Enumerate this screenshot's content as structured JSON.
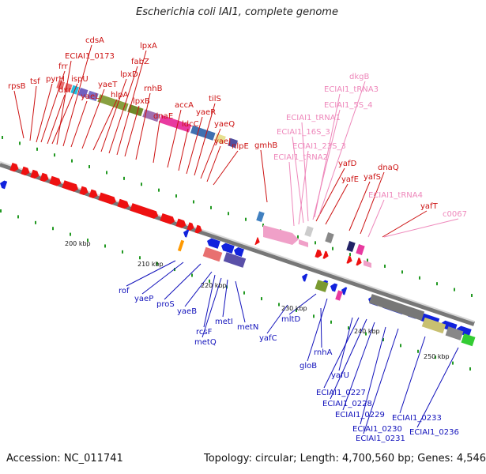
{
  "title": "Escherichia coli IAI1, complete genome",
  "footer": {
    "accession": "Accession: NC_011741",
    "summary": "Topology: circular; Length: 4,700,560 bp; Genes: 4,546"
  },
  "colors": {
    "forward_label": "#cc1111",
    "reverse_label": "#1111bb",
    "rna_label": "#ee88bb",
    "backbone": "#999999"
  },
  "ticks": [
    "200 kbp",
    "210 kbp",
    "220 kbp",
    "230 kbp",
    "240 kbp",
    "250 kbp"
  ],
  "forward_labels": [
    "rpsB",
    "tsf",
    "pyrH",
    "frr",
    "dxr",
    "ispU",
    "ECIAI1_0173",
    "cdsA",
    "yaeL",
    "yaeT",
    "hlpA",
    "lpxD",
    "fabZ",
    "lpxA",
    "lpxB",
    "rnhB",
    "dnaE",
    "accA",
    "ldcC",
    "yaeR",
    "tilS",
    "yaeQ",
    "yaeJ",
    "nlpE",
    "gmhB",
    "yafD",
    "yafE",
    "yafS",
    "dnaQ",
    "yafT"
  ],
  "rna_labels": [
    "dkgB",
    "ECIAI1_tRNA3",
    "ECIAI1_5S_4",
    "ECIAI1_tRNA1",
    "ECIAI1_16S_3",
    "ECIAI1_23S_3",
    "ECIAI1_tRNA2",
    "ECIAI1_tRNA4",
    "c0067"
  ],
  "reverse_labels": [
    "rof",
    "yaeP",
    "proS",
    "yaeB",
    "rcsF",
    "metQ",
    "metI",
    "metN",
    "yafC",
    "mltD",
    "gloB",
    "rnhA",
    "yafU",
    "ECIAI1_0227",
    "ECIAI1_0228",
    "ECIAI1_0229",
    "ECIAI1_0230",
    "ECIAI1_0231",
    "ECIAI1_0233",
    "ECIAI1_0236"
  ]
}
